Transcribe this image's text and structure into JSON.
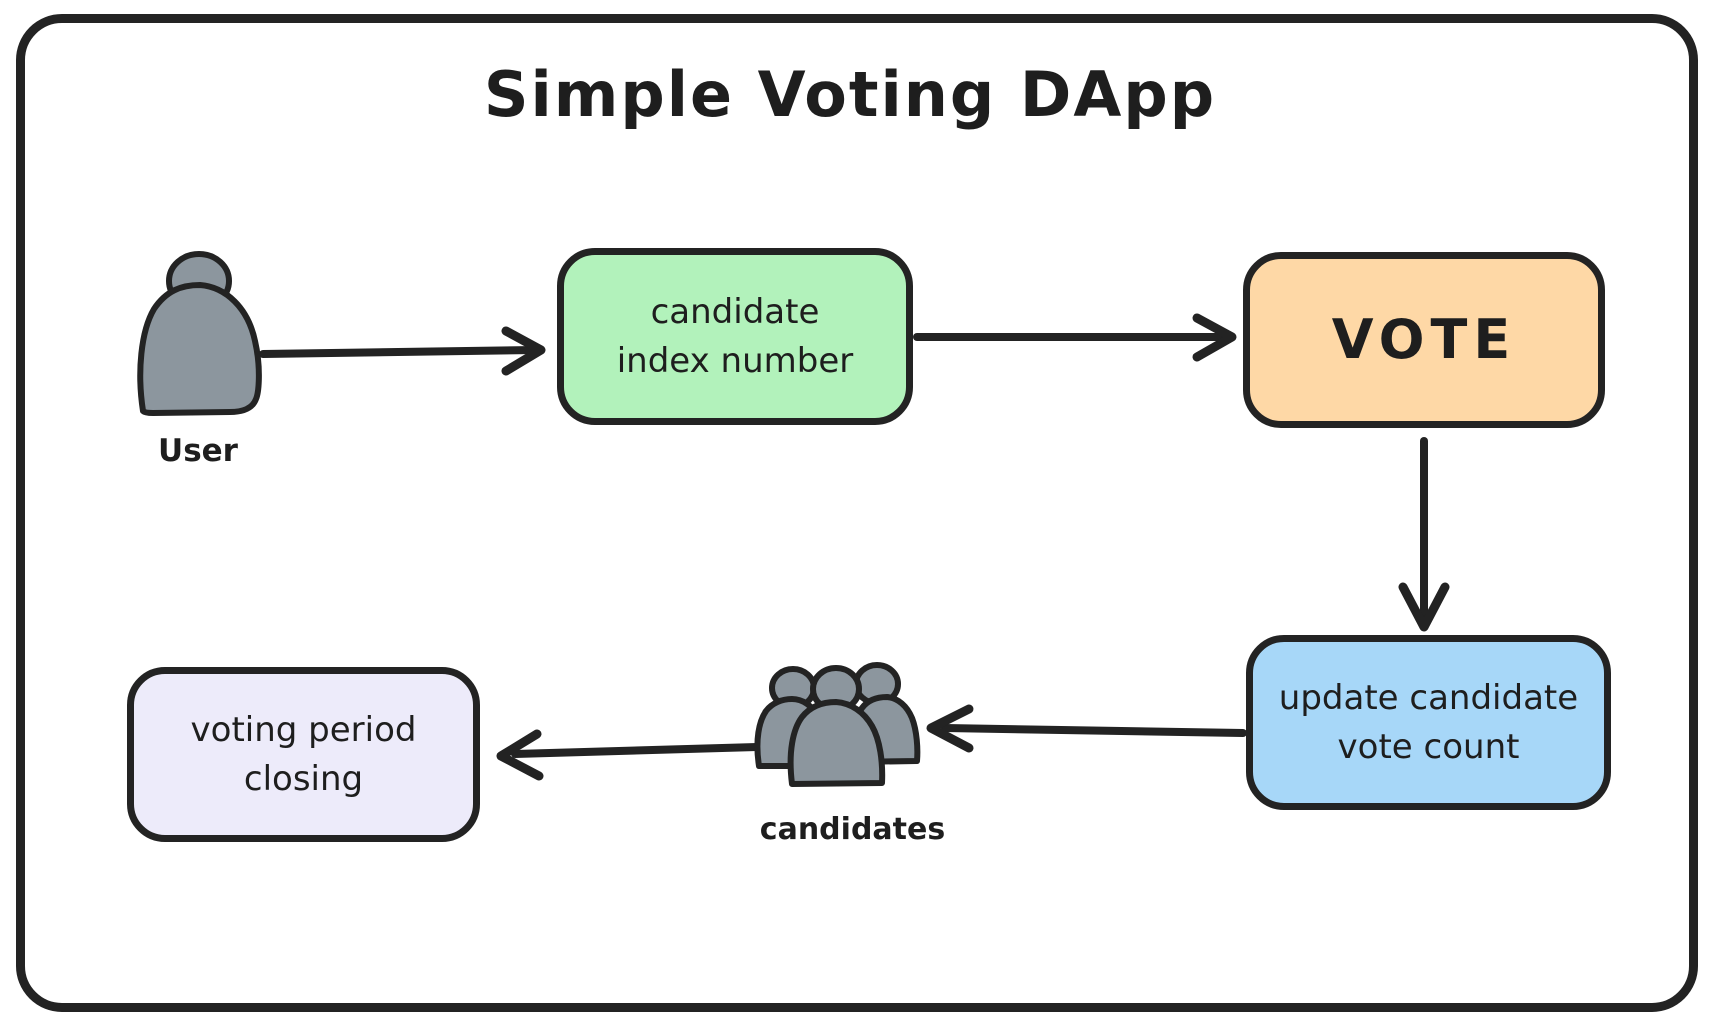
{
  "title": "Simple Voting DApp",
  "nodes": {
    "candidate_index": {
      "lines": [
        "candidate",
        "index number"
      ],
      "fill": "#b2f2bb"
    },
    "vote": {
      "label": "VOTE",
      "fill": "#fed8a6"
    },
    "update_vote_count": {
      "lines": [
        "update candidate",
        "vote count"
      ],
      "fill": "#a7d7f8"
    },
    "voting_period_closing": {
      "lines": [
        "voting period",
        "closing"
      ],
      "fill": "#edebfa"
    }
  },
  "actors": {
    "user": {
      "label": "User",
      "icon": "user-icon",
      "fill": "#8c969e"
    },
    "candidates": {
      "label": "candidates",
      "icon": "candidates-icon",
      "fill": "#8c969e"
    }
  },
  "flow": [
    {
      "from": "User",
      "to": "candidate index number"
    },
    {
      "from": "candidate index number",
      "to": "VOTE"
    },
    {
      "from": "VOTE",
      "to": "update candidate vote count"
    },
    {
      "from": "update candidate vote count",
      "to": "candidates"
    },
    {
      "from": "candidates",
      "to": "voting period closing"
    }
  ],
  "colors": {
    "stroke": "#232323",
    "background": "#ffffff"
  }
}
